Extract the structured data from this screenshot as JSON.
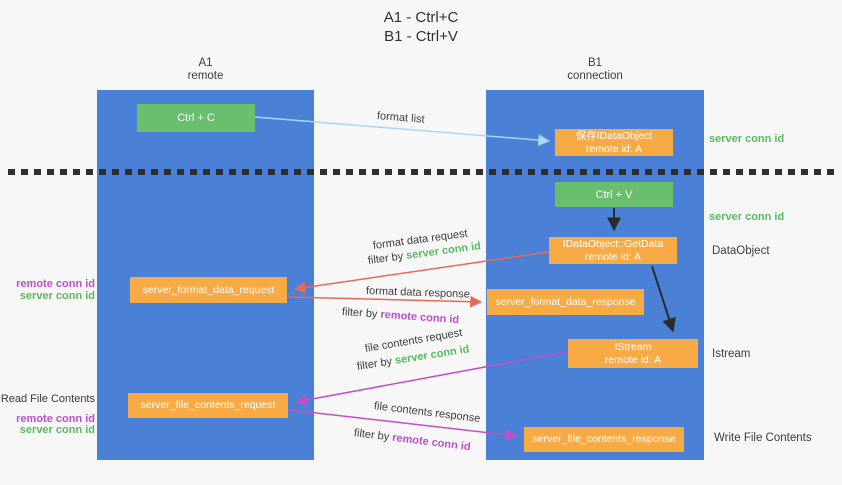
{
  "title": {
    "line1": "A1 - Ctrl+C",
    "line2": "B1 - Ctrl+V"
  },
  "lanes": {
    "left": {
      "name": "A1",
      "subtitle": "remote"
    },
    "right": {
      "name": "B1",
      "subtitle": "connection"
    }
  },
  "nodes": {
    "ctrl_c": {
      "label": "Ctrl + C"
    },
    "save_idataobject": {
      "line1": "保存IDataObject",
      "line2": "remote id: A"
    },
    "ctrl_v": {
      "label": "Ctrl + V"
    },
    "getdata": {
      "line1": "IDataObject::GetData",
      "line2": "remote id: A"
    },
    "format_request": {
      "label": "server_format_data_request"
    },
    "format_response": {
      "label": "server_format_data_response"
    },
    "istream": {
      "line1": "IStream",
      "line2": "remote id: A"
    },
    "file_request": {
      "label": "server_file_contents_request"
    },
    "file_response": {
      "label": "server_file_contents_response"
    }
  },
  "arrow_labels": {
    "format_list": "format list",
    "format_data_request": "format data request",
    "format_data_response": "format data response",
    "file_contents_request": "file contents request",
    "file_contents_response": "file contents response"
  },
  "strings": {
    "filter_by": "filter by",
    "server_conn_id": "server conn id",
    "remote_conn_id": "remote conn id"
  },
  "side_labels": {
    "dataobject": "DataObject",
    "istream": "Istream",
    "read_file_contents": "Read File Contents",
    "write_file_contents": "Write File Contents"
  },
  "colors": {
    "lane_blue": "#4a80d6",
    "box_green": "#6abf6e",
    "box_orange": "#f8ab45",
    "text_green": "#5bbb61",
    "text_purple": "#bb50cc",
    "arrow_salmon": "#e8695b",
    "arrow_magenta": "#c050c8",
    "arrow_lightblue": "#a9d6f2",
    "arrow_black": "#2b2b2b",
    "text_dark": "#3d3d3d",
    "background": "#f7f7f8"
  }
}
